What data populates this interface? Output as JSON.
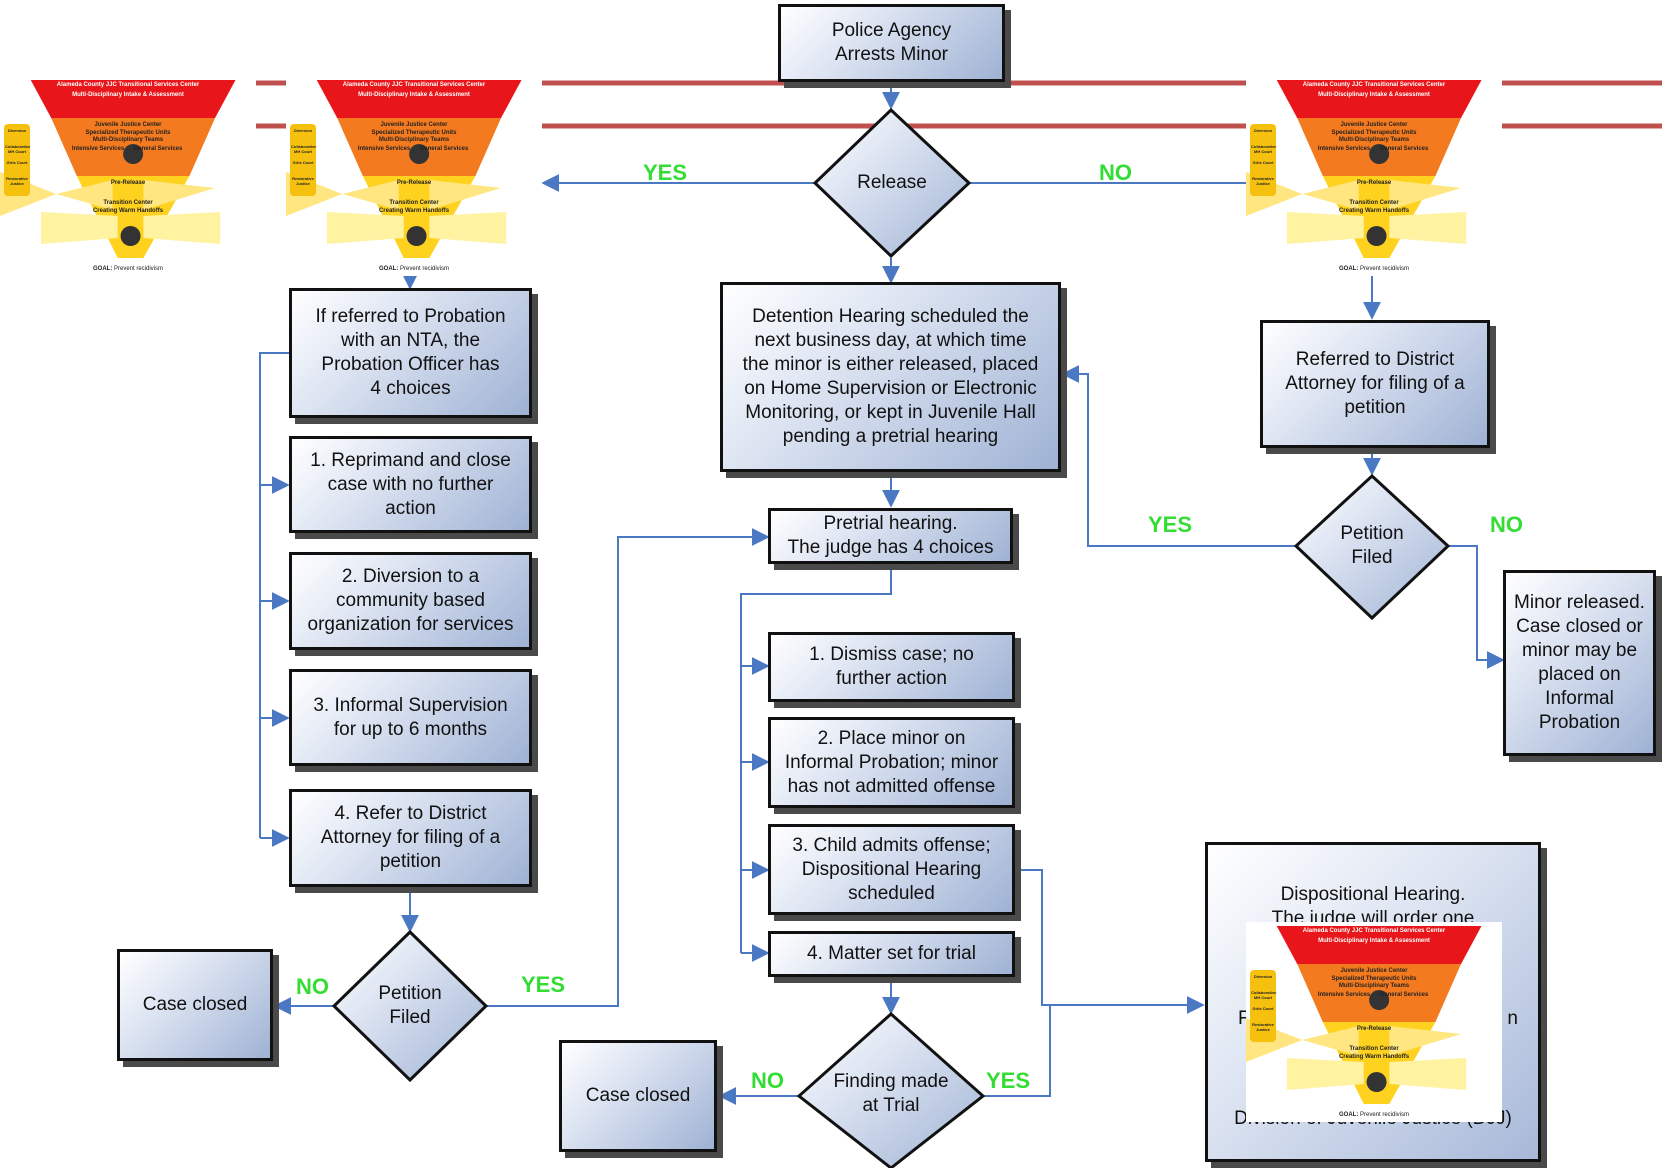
{
  "nodes": {
    "arrest": [
      "Police Agency",
      "Arrests Minor"
    ],
    "release": "Release",
    "probation_choices": [
      "If referred to Probation",
      "with an NTA, the",
      "Probation Officer has",
      "4 choices"
    ],
    "choice1": [
      "1. Reprimand and close",
      "case with no further",
      "action"
    ],
    "choice2": [
      "2. Diversion to a",
      "community based",
      "organization for services"
    ],
    "choice3": [
      "3. Informal Supervision",
      "for up to 6 months"
    ],
    "choice4": [
      "4. Refer to District",
      "Attorney for filing of a",
      "petition"
    ],
    "petition_left": [
      "Petition",
      "Filed"
    ],
    "case_closed_left": "Case closed",
    "detention": [
      "Detention Hearing scheduled the",
      "next business day, at which time",
      "the minor is either released, placed",
      "on Home Supervision or Electronic",
      "Monitoring, or kept in Juvenile Hall",
      "pending a pretrial hearing"
    ],
    "pretrial": [
      "Pretrial hearing.",
      "The judge has 4 choices"
    ],
    "judge1": [
      "1. Dismiss case; no",
      "further action"
    ],
    "judge2": [
      "2. Place minor on",
      "Informal Probation; minor",
      "has not admitted offense"
    ],
    "judge3": [
      "3. Child admits offense;",
      "Dispositional Hearing",
      "scheduled"
    ],
    "judge4": "4. Matter set for trial",
    "finding": [
      "Finding made",
      "at Trial"
    ],
    "case_closed_mid": "Case closed",
    "da_referral": [
      "Referred to District",
      "Attorney for filing of a",
      "petition"
    ],
    "petition_right": [
      "Petition",
      "Filed"
    ],
    "minor_released": [
      "Minor released.",
      "Case closed or",
      "minor may be",
      "placed on",
      "Informal",
      "Probation"
    ],
    "dispositional": [
      "Dispositional Hearing.",
      "The judge will order one"
    ],
    "dispo_partial_left": "F",
    "dispo_partial_right": "n",
    "dispo_bottom": "Division of Juvenile Justice (DJJ)"
  },
  "labels": {
    "yes_release": "YES",
    "no_release": "NO",
    "yes_petition_right": "YES",
    "no_petition_right": "NO",
    "no_petition_left": "NO",
    "yes_petition_left": "YES",
    "no_finding": "NO",
    "yes_finding": "YES"
  },
  "funnel": {
    "title": "Alameda County JJC Transitional Services Center",
    "subtitle": "Multi-Disciplinary Intake & Assessment",
    "mid_title": "Juvenile Justice Center",
    "mid_sub": "Specialized Therapeutic Units",
    "mid_sub2": "Multi-Disciplinary Teams",
    "intensive": "Intensive Services",
    "general": "General Services",
    "pre_release": "Pre-Release",
    "transition": "Transition Center",
    "transition_sub": "Creating Warm Handoffs",
    "side_items": [
      "Diversion",
      "Collaborative MH Court",
      "Girls Court",
      "Restorative Justice"
    ],
    "goal_label": "GOAL:",
    "goal_text": "Prevent recidivism"
  },
  "colors": {
    "box_grad_light": "#ffffff",
    "box_grad_dark": "#9fb2d4",
    "arrow": "#4a78c2",
    "label_green": "#33dd33",
    "red_line": "#c0504d",
    "funnel_red": "#e8161a",
    "funnel_orange": "#f47a20",
    "funnel_yellow": "#ffd21f"
  }
}
